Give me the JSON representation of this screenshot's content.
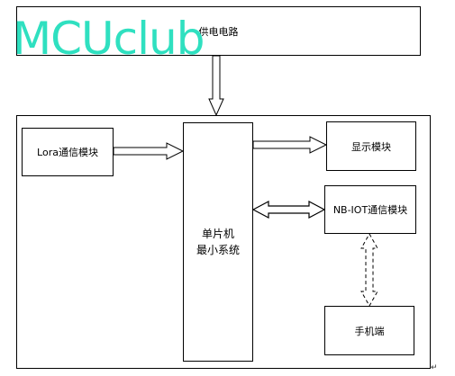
{
  "nodes": {
    "power": "供电电路",
    "lora": "Lora通信模块",
    "mcu_line1": "单片机",
    "mcu_line2": "最小系统",
    "display": "显示模块",
    "nbiot": "NB-IOT通信模块",
    "phone": "手机端"
  },
  "watermark": "MCUclub",
  "corner_mark": "↵",
  "colors": {
    "watermark": "#2fe0c0",
    "line": "#000000"
  }
}
